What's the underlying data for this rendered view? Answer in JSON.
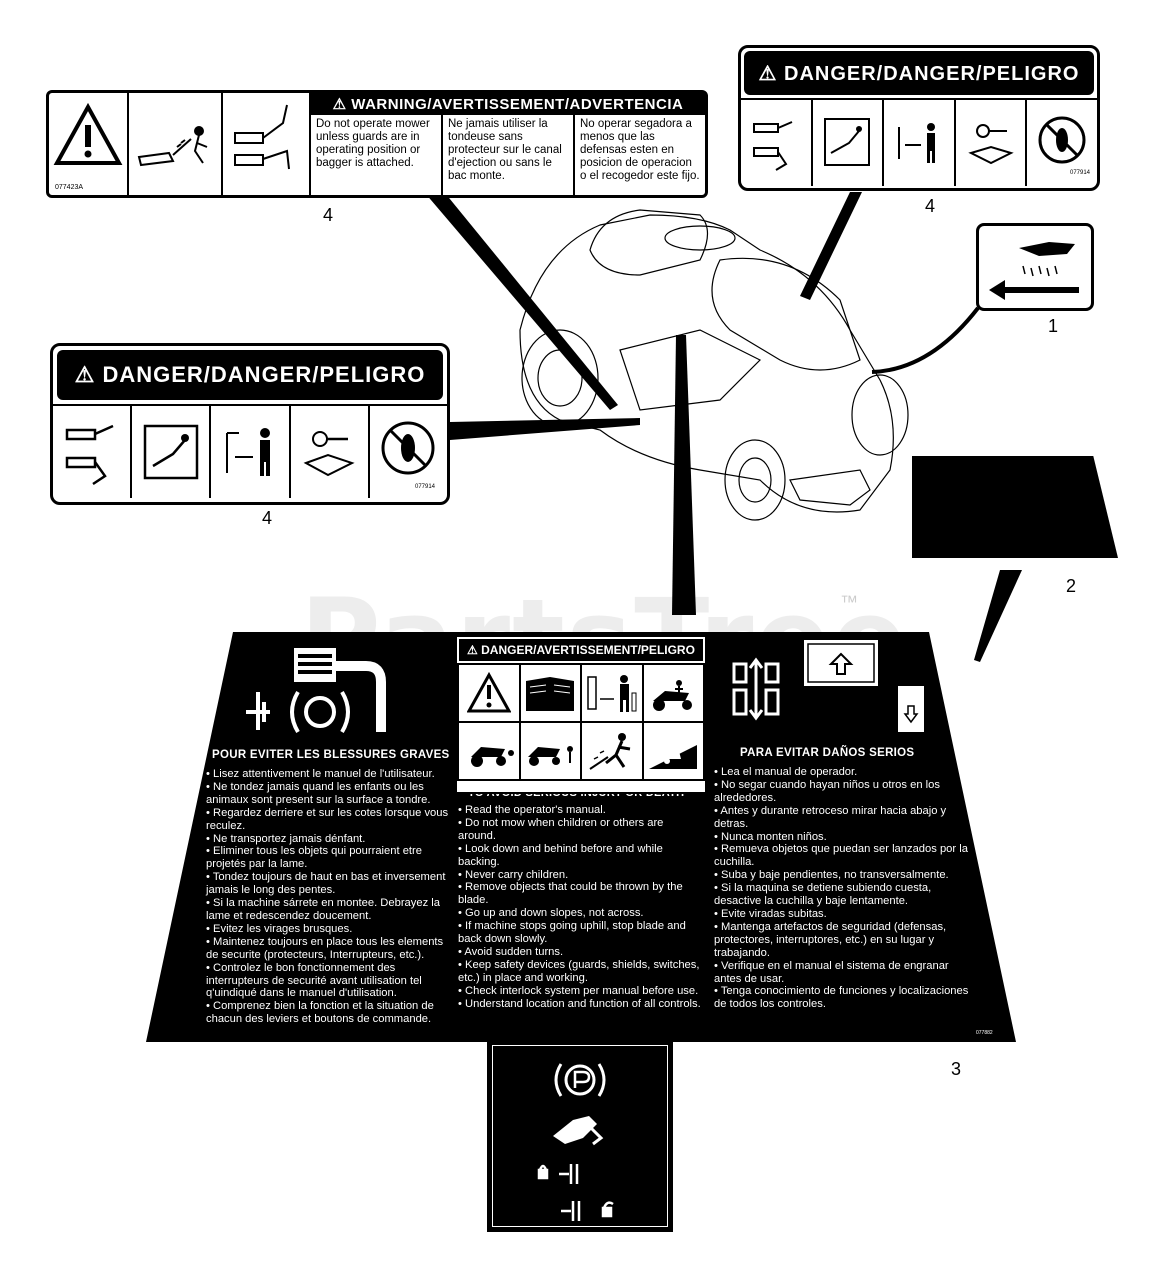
{
  "callouts": {
    "warn": "4",
    "danger_top": "4",
    "hand": "1",
    "danger_left": "4",
    "blank": "2",
    "big": "3"
  },
  "warn_decal": {
    "header": "⚠ WARNING/AVERTISSEMENT/ADVERTENCIA",
    "part_no": "077423A",
    "col_en": "Do not operate mower unless guards are in operating position or bagger is attached.",
    "col_fr": "Ne jamais utiliser la tondeuse sans protecteur sur le canal d'ejection ou sans le bac monte.",
    "col_es": "No operar segadora a menos que las defensas esten en posicion de operacion o el recogedor este fijo."
  },
  "danger_decal": {
    "header": "⚠ DANGER/DANGER/PELIGRO",
    "part_no": "077914"
  },
  "big_decal": {
    "center_header": "⚠ DANGER/AVERTISSEMENT/PELIGRO",
    "en_title": "TO AVOID SERIOUS INJURY OR DEATH",
    "fr_title": "POUR EVITER LES BLESSURES GRAVES",
    "es_title": "PARA EVITAR DAÑOS SERIOS",
    "part_no": "077882",
    "en_items": [
      "Read the operator's manual.",
      "Do not mow when children or others are around.",
      "Look down and behind before and while backing.",
      "Never carry children.",
      "Remove objects that could be thrown by the blade.",
      "Go up and down slopes, not across.",
      "If machine stops going uphill, stop blade and back down slowly.",
      "Avoid sudden turns.",
      "Keep safety devices (guards, shields, switches, etc.) in place and working.",
      "Check interlock system per manual before use.",
      "Understand location and function of all controls."
    ],
    "fr_items": [
      "Lisez attentivement le manuel de l'utilisateur.",
      "Ne tondez jamais quand les enfants ou les animaux sont present sur la surface a tondre.",
      "Regardez derriere et sur les cotes lorsque vous reculez.",
      "Ne transportez jamais dénfant.",
      "Eliminer tous les objets qui pourraient etre projetés par la lame.",
      "Tondez toujours de haut en bas et inversement jamais le long des pentes.",
      "Si la machine sárrete en montee. Debrayez la lame et redescendez doucement.",
      "Evitez les virages brusques.",
      "Maintenez toujours en place tous les elements de securite (protecteurs, Interrupteurs, etc.).",
      "Controlez le bon fonctionnement des interrupteurs de securité avant utilisation tel q'uindiqué dans le manuel d'utilisation.",
      "Comprenez bien la fonction et la situation de chacun des leviers et boutons de commande."
    ],
    "es_items": [
      "Lea el manual de operador.",
      "No segar cuando hayan niños u otros en los alrededores.",
      "Antes y durante retroceso mirar hacia abajo y detras.",
      "Nunca monten niños.",
      "Remueva objetos que puedan ser lanzados por la cuchilla.",
      "Suba y baje pendientes, no transversalmente.",
      "Si la maquina se detiene subiendo cuesta, desactive la cuchilla y baje lentamente.",
      "Evite viradas subitas.",
      "Mantenga artefactos de seguridad (defensas, protectores, interruptores, etc.) en su lugar y trabajando.",
      "Verifique en el manual el sistema de engranar antes de usar.",
      "Tenga conocimiento de funciones y localizaciones de todos los controles."
    ]
  },
  "watermark": {
    "text": "PartsTree",
    "tm": "™"
  }
}
